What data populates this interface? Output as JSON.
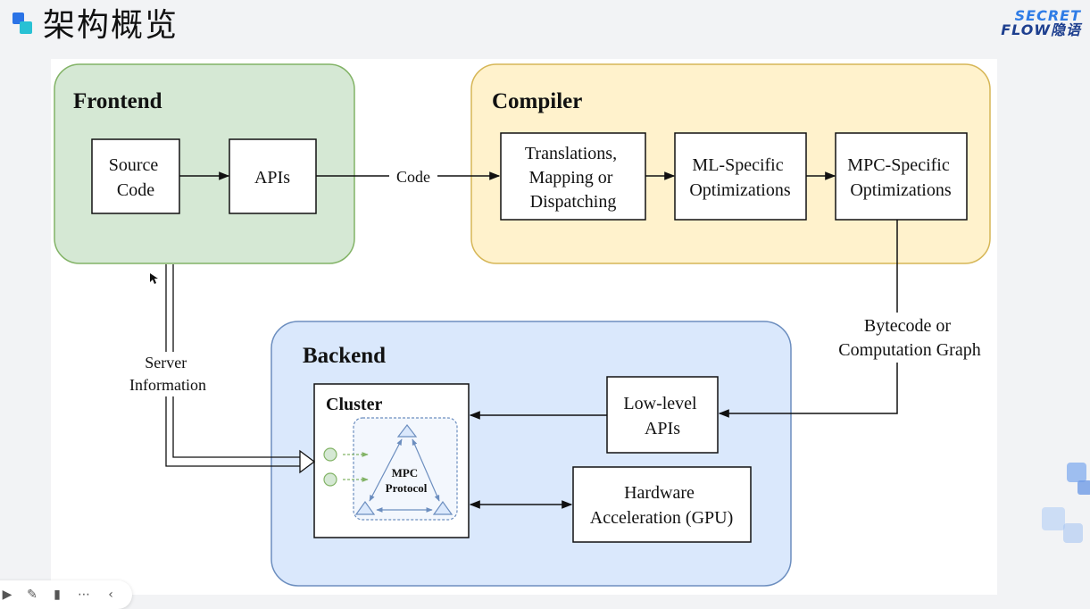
{
  "header": {
    "title": "架构概览",
    "brand_top": "SECRET",
    "brand_bottom": "FLOW隐语"
  },
  "diagram": {
    "frontend": {
      "title": "Frontend",
      "source_code": [
        "Source",
        "Code"
      ],
      "apis": "APIs"
    },
    "compiler": {
      "title": "Compiler",
      "translations": [
        "Translations,",
        "Mapping or",
        "Dispatching"
      ],
      "ml_specific": [
        "ML-Specific",
        "Optimizations"
      ],
      "mpc_specific": [
        "MPC-Specific",
        "Optimizations"
      ]
    },
    "backend": {
      "title": "Backend",
      "cluster": "Cluster",
      "mpc_protocol": [
        "MPC",
        "Protocol"
      ],
      "low_level_apis": [
        "Low-level",
        "APIs"
      ],
      "hardware": [
        "Hardware",
        "Acceleration (GPU)"
      ]
    },
    "edges": {
      "code": "Code",
      "bytecode": [
        "Bytecode or",
        "Computation Graph"
      ],
      "server_info": [
        "Server",
        "Information"
      ]
    },
    "colors": {
      "frontend_fill": "#d5e8d4",
      "frontend_stroke": "#82b366",
      "compiler_fill": "#fff2cc",
      "compiler_stroke": "#d6b656",
      "backend_fill": "#dae8fc",
      "backend_stroke": "#6c8ebf",
      "party_fill": "#d5e8d4",
      "party_stroke": "#82b366",
      "protocol_stroke": "#6c8ebf"
    }
  },
  "toolbar": {
    "icons": [
      "play-icon",
      "pen-icon",
      "camera-icon",
      "more-icon",
      "collapse-icon"
    ]
  }
}
